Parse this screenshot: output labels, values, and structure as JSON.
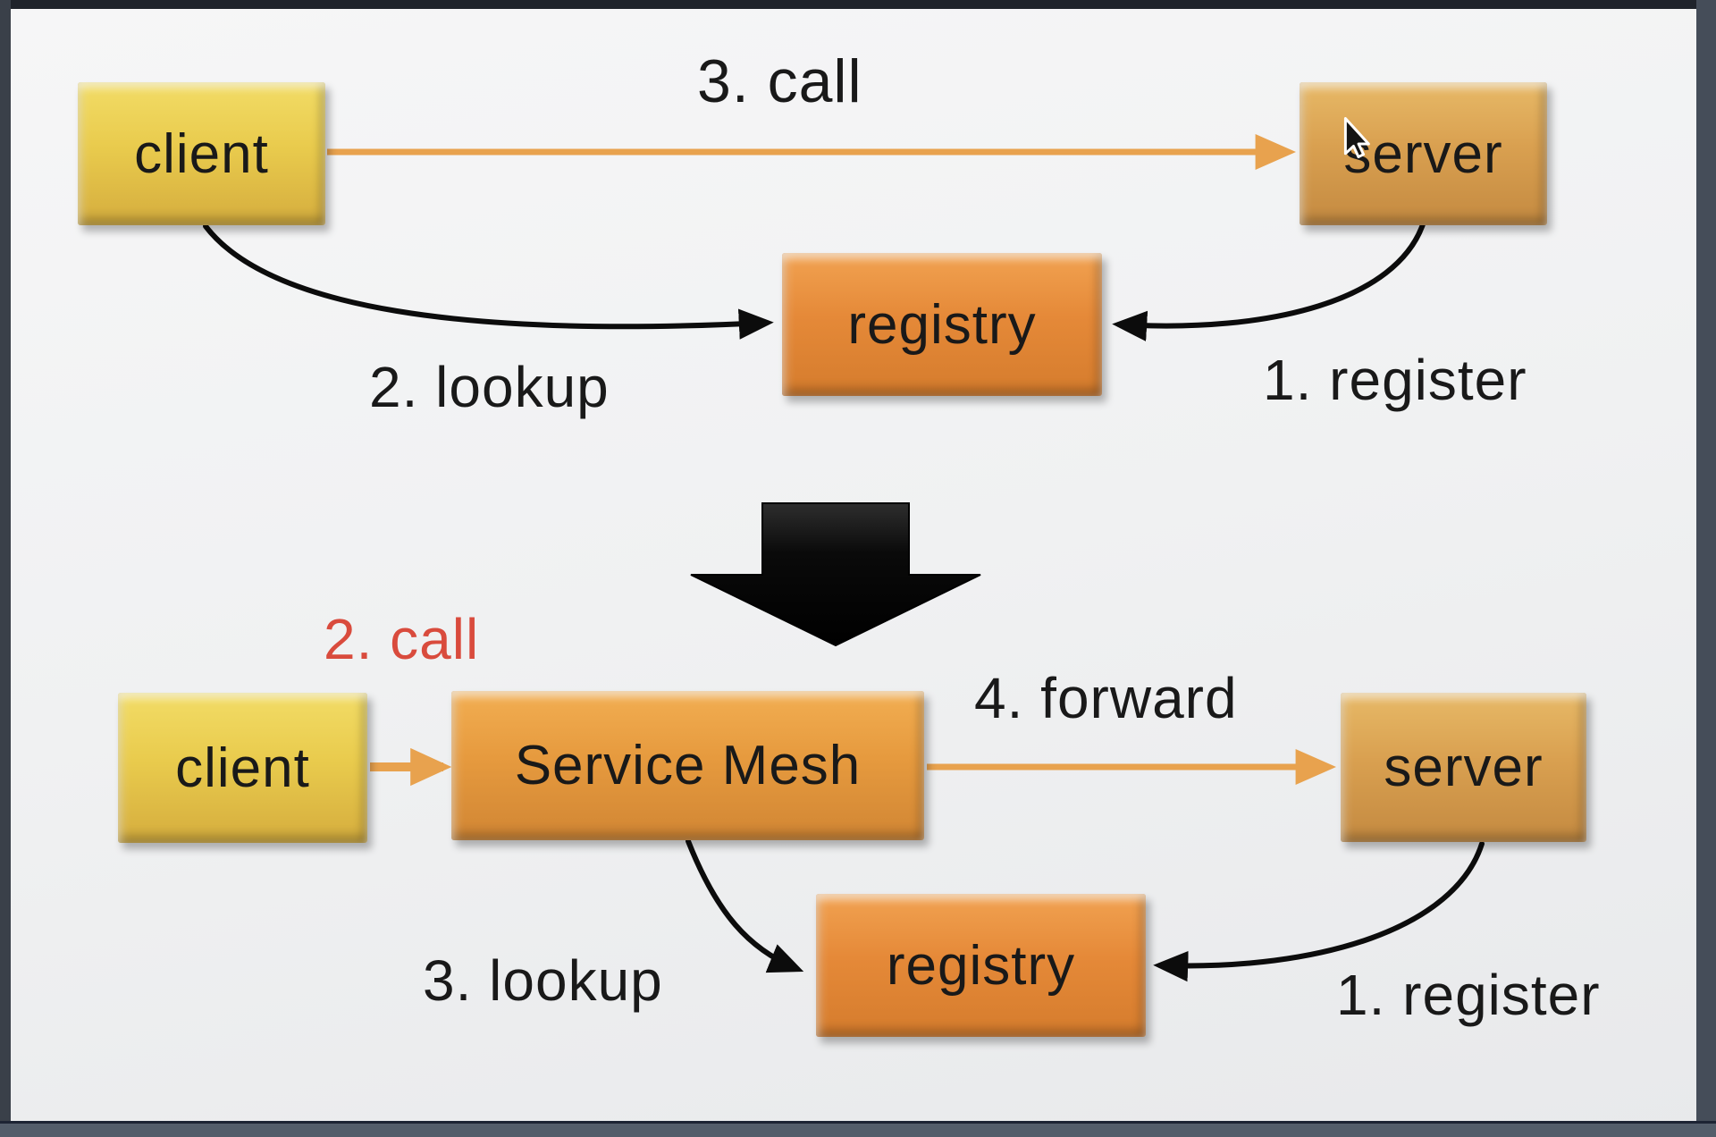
{
  "colors": {
    "background_top": "#f6f6f7",
    "background_bottom": "#e8e9eb",
    "frame_top": "#1f232b",
    "frame_left": "#3a4049",
    "frame_right": "#454d59",
    "frame_bottom": "#535d6a",
    "frame_bottom_line": "#1d2434",
    "orange_arrow": "#e8a24e",
    "black_arrow": "#0c0c0c",
    "red_label": "#d94b3d",
    "text_dark": "#191919",
    "node_yellow": "#e9cb4d",
    "node_tan": "#d9a050",
    "node_orange": "#e58938"
  },
  "before": {
    "client": "client",
    "server": "server",
    "registry": "registry",
    "call_label": "3. call",
    "lookup_label": "2. lookup",
    "register_label": "1. register"
  },
  "after": {
    "client": "client",
    "mesh": "Service Mesh",
    "server": "server",
    "registry": "registry",
    "call_label": "2. call",
    "forward_label": "4. forward",
    "lookup_label": "3. lookup",
    "register_label": "1. register"
  }
}
